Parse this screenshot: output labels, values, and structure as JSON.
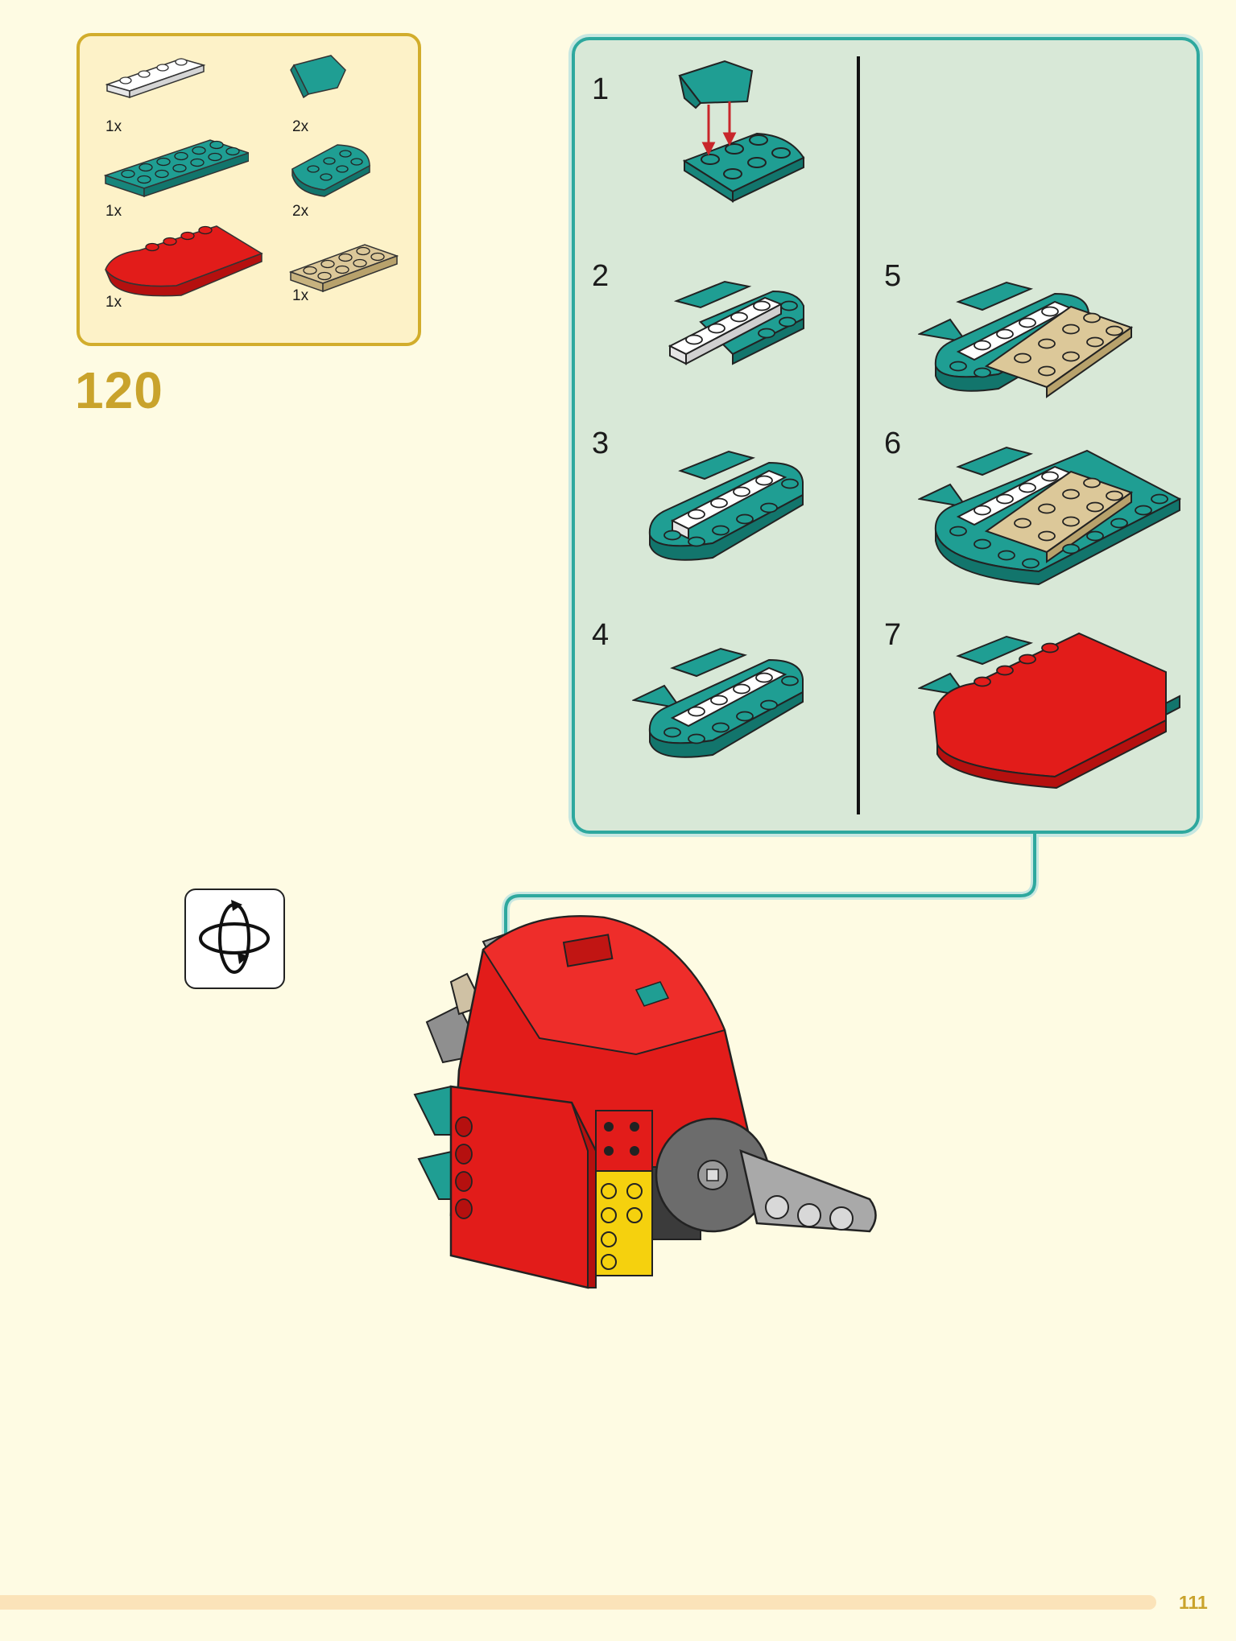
{
  "parts": [
    {
      "name": "white-plate-1x4",
      "qty": "1x"
    },
    {
      "name": "teal-wedge-slope",
      "qty": "2x"
    },
    {
      "name": "teal-plate-2x6",
      "qty": "1x"
    },
    {
      "name": "teal-round-corner-plate",
      "qty": "2x"
    },
    {
      "name": "red-curved-slope",
      "qty": "1x"
    },
    {
      "name": "tan-plate-2x4",
      "qty": "1x"
    }
  ],
  "step_number": "120",
  "sub_steps": [
    "1",
    "2",
    "3",
    "4",
    "5",
    "6",
    "7"
  ],
  "page_number": "111",
  "colors": {
    "background": "#fefbe3",
    "parts_border": "#d2ad2c",
    "panel_border": "#2ea89e",
    "panel_bg": "#d8e8d7",
    "teal": "#1f9e93",
    "red": "#e21c1a",
    "tan": "#dcc899",
    "accent_gold": "#c9a32c"
  },
  "icons": [
    "rotate-model-icon",
    "connector-arrow-icon"
  ]
}
